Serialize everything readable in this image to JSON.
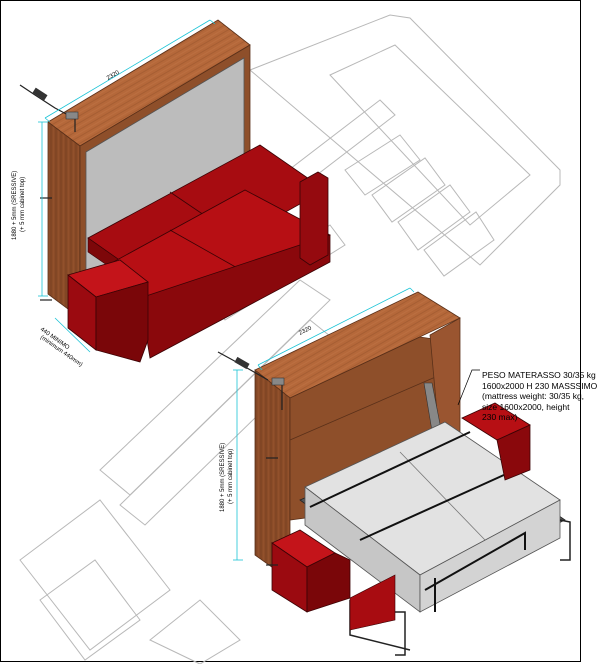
{
  "top_unit": {
    "width_dim": "2320",
    "height_dim": "1880 + 5mm (SRESSIVE)",
    "height_sub": "(+ 5 mm cabinet top)",
    "depth_dim": "440 MINIMO",
    "depth_sub": "(minimum 440mm)"
  },
  "bottom_unit": {
    "width_dim": "2320",
    "height_dim": "1880 + 5mm (SRESSIVE)",
    "height_sub": "(+ 5 mm cabinet top)"
  },
  "mattress_note": {
    "line1": "PESO MATERASSO 30/35 kg",
    "line2": "1600x2000 H 230 MASSSIMO",
    "line3": "(mattress weight: 30/35 kg,",
    "line4": "size 1600x2000, height",
    "line5": "230 max)"
  },
  "colors": {
    "wood": "#b5683a",
    "wood_dark": "#7a4222",
    "sofa_red": "#b10d12",
    "sofa_dark": "#6e0609",
    "panel_gray": "#b9b9b9",
    "mattress": "#dcdcdc",
    "dim_line": "#19c3d6"
  }
}
